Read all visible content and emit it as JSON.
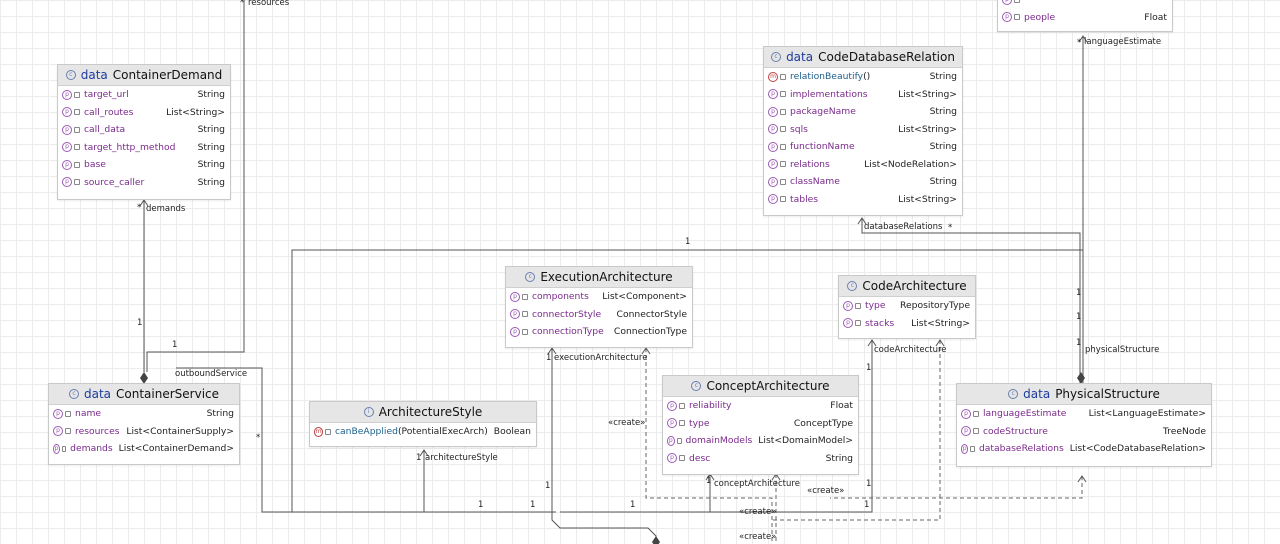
{
  "classes": {
    "container_demand": {
      "keyword": "data",
      "name": "ContainerDemand",
      "rows": [
        {
          "name": "target_url",
          "type": "String"
        },
        {
          "name": "call_routes",
          "type": "List<String>"
        },
        {
          "name": "call_data",
          "type": "String"
        },
        {
          "name": "target_http_method",
          "type": "String"
        },
        {
          "name": "base",
          "type": "String"
        },
        {
          "name": "source_caller",
          "type": "String"
        }
      ]
    },
    "code_database_relation": {
      "keyword": "data",
      "name": "CodeDatabaseRelation",
      "rows": [
        {
          "name": "relationBeautify",
          "params": "()",
          "type": "String"
        },
        {
          "name": "implementations",
          "type": "List<String>"
        },
        {
          "name": "packageName",
          "type": "String"
        },
        {
          "name": "sqls",
          "type": "List<String>"
        },
        {
          "name": "functionName",
          "type": "String"
        },
        {
          "name": "relations",
          "type": "List<NodeRelation>"
        },
        {
          "name": "className",
          "type": "String"
        },
        {
          "name": "tables",
          "type": "List<String>"
        }
      ]
    },
    "language_estimate_partial": {
      "rows": [
        {
          "name": "people",
          "type": "Float"
        }
      ]
    },
    "execution_architecture": {
      "name": "ExecutionArchitecture",
      "rows": [
        {
          "name": "components",
          "type": "List<Component>"
        },
        {
          "name": "connectorStyle",
          "type": "ConnectorStyle"
        },
        {
          "name": "connectionType",
          "type": "ConnectionType"
        }
      ]
    },
    "code_architecture": {
      "name": "CodeArchitecture",
      "rows": [
        {
          "name": "type",
          "type": "RepositoryType"
        },
        {
          "name": "stacks",
          "type": "List<String>"
        }
      ]
    },
    "concept_architecture": {
      "name": "ConceptArchitecture",
      "rows": [
        {
          "name": "reliability",
          "type": "Float"
        },
        {
          "name": "type",
          "type": "ConceptType"
        },
        {
          "name": "domainModels",
          "type": "List<DomainModel>"
        },
        {
          "name": "desc",
          "type": "String"
        }
      ]
    },
    "container_service": {
      "keyword": "data",
      "name": "ContainerService",
      "rows": [
        {
          "name": "name",
          "type": "String"
        },
        {
          "name": "resources",
          "type": "List<ContainerSupply>"
        },
        {
          "name": "demands",
          "type": "List<ContainerDemand>"
        }
      ]
    },
    "architecture_style": {
      "name": "ArchitectureStyle",
      "rows": [
        {
          "name": "canBeApplied",
          "params": "(PotentialExecArch)",
          "type": "Boolean"
        }
      ]
    },
    "physical_structure": {
      "keyword": "data",
      "name": "PhysicalStructure",
      "rows": [
        {
          "name": "languageEstimate",
          "type": "List<LanguageEstimate>"
        },
        {
          "name": "codeStructure",
          "type": "TreeNode"
        },
        {
          "name": "databaseRelations",
          "type": "List<CodeDatabaseRelation>"
        }
      ]
    }
  },
  "labels": {
    "resources": "resources",
    "demands": "demands",
    "language_estimate": "languageEstimate",
    "database_relations": "databaseRelations",
    "star": "*",
    "one": "1",
    "execution_architecture": "executionArchitecture",
    "code_architecture": "codeArchitecture",
    "physical_structure": "physicalStructure",
    "outbound_service": "outboundService",
    "architecture_style": "architectureStyle",
    "concept_architecture": "conceptArchitecture",
    "create": "«create»"
  }
}
